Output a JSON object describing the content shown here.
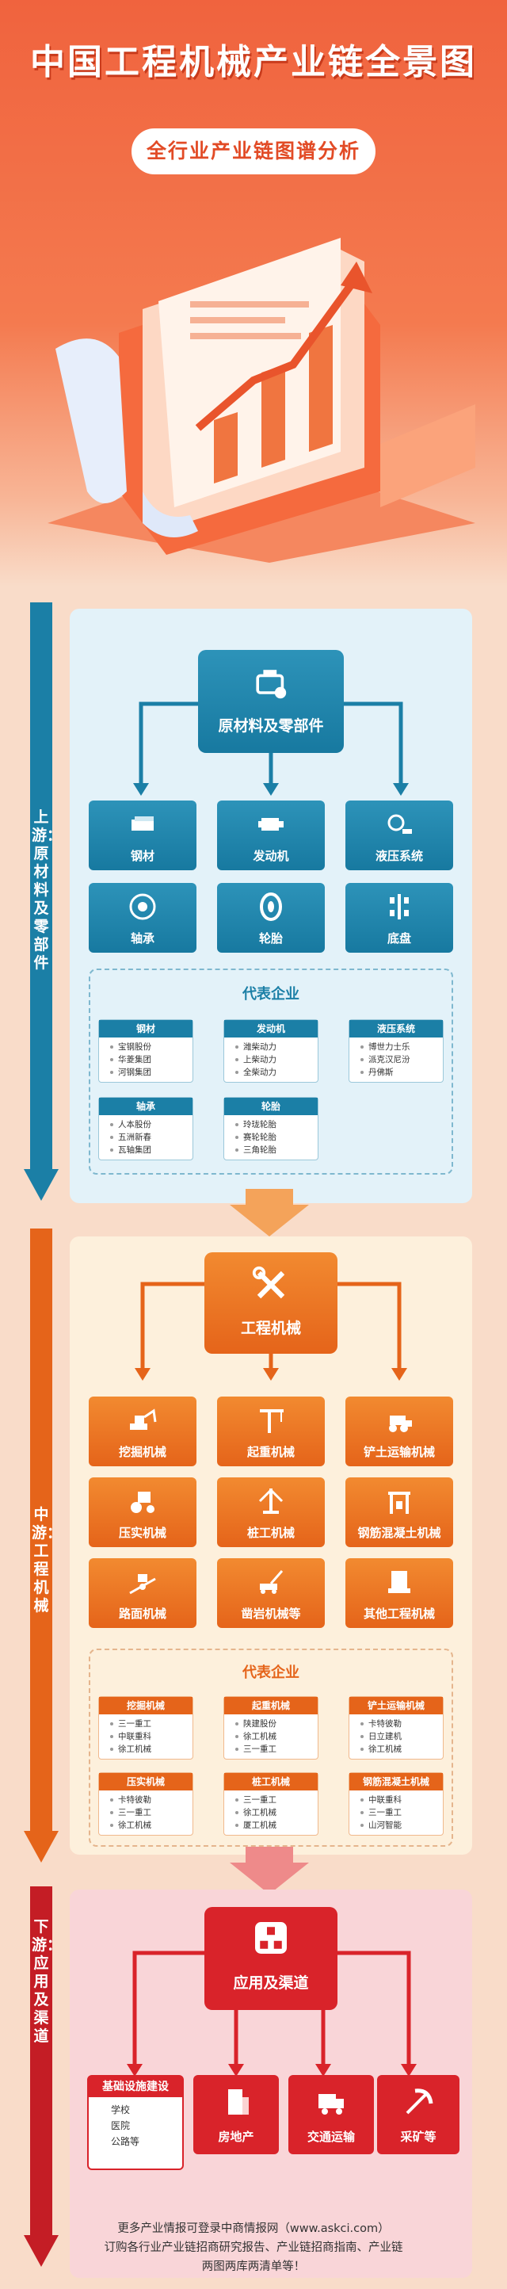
{
  "header": {
    "title": "中国工程机械产业链全景图",
    "subtitle": "全行业产业链图谱分析"
  },
  "colors": {
    "upstream": "#1b7fa6",
    "midstream": "#e5641a",
    "downstream": "#d9232a",
    "hero": "#f0633e"
  },
  "upstream": {
    "side_label": "上游：原材料及零部件",
    "main": "原材料及零部件",
    "items": [
      "钢材",
      "发动机",
      "液压系统",
      "轴承",
      "轮胎",
      "底盘"
    ],
    "rep_title": "代表企业",
    "rep": [
      {
        "name": "钢材",
        "companies": [
          "宝钢股份",
          "华菱集团",
          "河钢集团"
        ]
      },
      {
        "name": "发动机",
        "companies": [
          "潍柴动力",
          "上柴动力",
          "全柴动力"
        ]
      },
      {
        "name": "液压系统",
        "companies": [
          "博世力士乐",
          "派克汉尼汾",
          "丹佛斯"
        ]
      },
      {
        "name": "轴承",
        "companies": [
          "人本股份",
          "五洲新春",
          "瓦轴集团"
        ]
      },
      {
        "name": "轮胎",
        "companies": [
          "玲珑轮胎",
          "赛轮轮胎",
          "三角轮胎"
        ]
      }
    ]
  },
  "midstream": {
    "side_label": "中游：工程机械",
    "main": "工程机械",
    "items": [
      "挖掘机械",
      "起重机械",
      "铲土运输机械",
      "压实机械",
      "桩工机械",
      "钢筋混凝土机械",
      "路面机械",
      "凿岩机械等",
      "其他工程机械"
    ],
    "rep_title": "代表企业",
    "rep": [
      {
        "name": "挖掘机械",
        "companies": [
          "三一重工",
          "中联重科",
          "徐工机械"
        ]
      },
      {
        "name": "起重机械",
        "companies": [
          "陕建股份",
          "徐工机械",
          "三一重工"
        ]
      },
      {
        "name": "铲土运输机械",
        "companies": [
          "卡特彼勒",
          "日立建机",
          "徐工机械"
        ]
      },
      {
        "name": "压实机械",
        "companies": [
          "卡特彼勒",
          "三一重工",
          "徐工机械"
        ]
      },
      {
        "name": "桩工机械",
        "companies": [
          "三一重工",
          "徐工机械",
          "厦工机械"
        ]
      },
      {
        "name": "钢筋混凝土机械",
        "companies": [
          "中联重科",
          "三一重工",
          "山河智能"
        ]
      }
    ]
  },
  "downstream": {
    "side_label": "下游：应用及渠道",
    "main": "应用及渠道",
    "infra": {
      "name": "基础设施建设",
      "items": [
        "学校",
        "医院",
        "公路等"
      ]
    },
    "items": [
      "房地产",
      "交通运输",
      "采矿等"
    ]
  },
  "footer": {
    "line1": "更多产业情报可登录中商情报网（www.askci.com）",
    "line2": "订购各行业产业链招商研究报告、产业链招商指南、产业链",
    "line3": "两图两库两清单等！"
  }
}
